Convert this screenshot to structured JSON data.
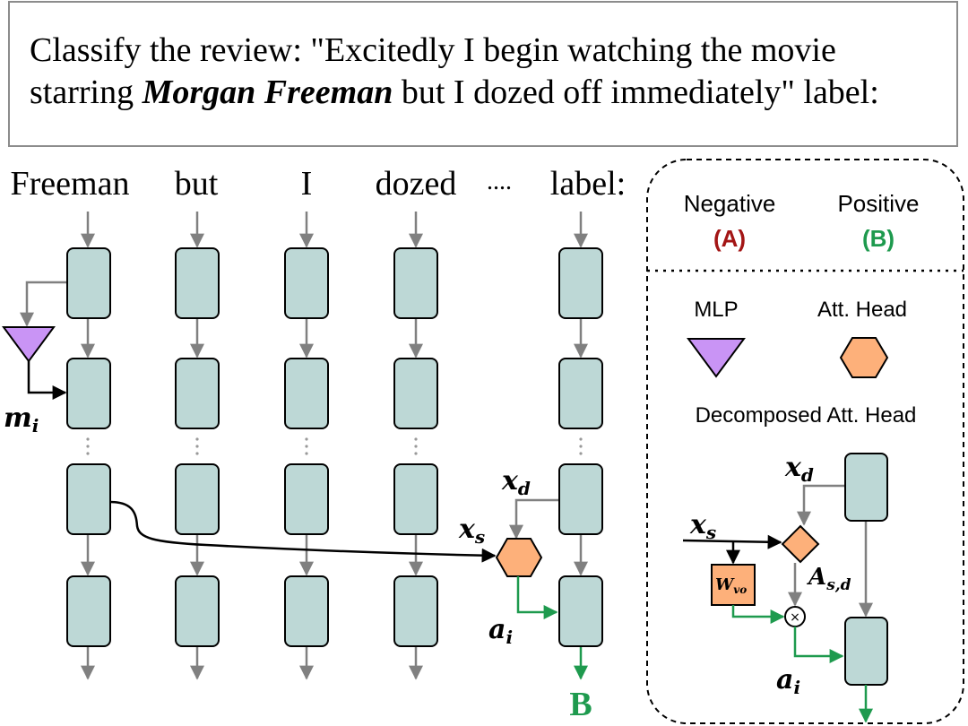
{
  "prompt": {
    "before": "Classify the review: \"Excitedly I begin watching the movie starring ",
    "emphasis": "Morgan Freeman",
    "after": " but I dozed off immediately\" label:"
  },
  "tokens": [
    "Freeman",
    "but",
    "I",
    "dozed",
    "....",
    "label:"
  ],
  "vars": {
    "m": "m",
    "m_sub": "i",
    "xs": "x",
    "xs_sub": "s",
    "xd": "x",
    "xd_sub": "d",
    "a": "a",
    "a_sub": "i",
    "A": "A",
    "A_sub": "s,d",
    "W": "W",
    "W_sub": "vo"
  },
  "output_label": "B",
  "legend": {
    "negative": "Negative",
    "negative_option": "(A)",
    "positive": "Positive",
    "positive_option": "(B)",
    "mlp": "MLP",
    "att_head": "Att. Head",
    "decomposed": "Decomposed Att. Head"
  },
  "colors": {
    "block": "#bdd8d6",
    "mlp": "#c994f5",
    "head": "#fdb07a",
    "green": "#1e9a4e",
    "dark_red": "#a31515",
    "arrow_gray": "#808080"
  }
}
